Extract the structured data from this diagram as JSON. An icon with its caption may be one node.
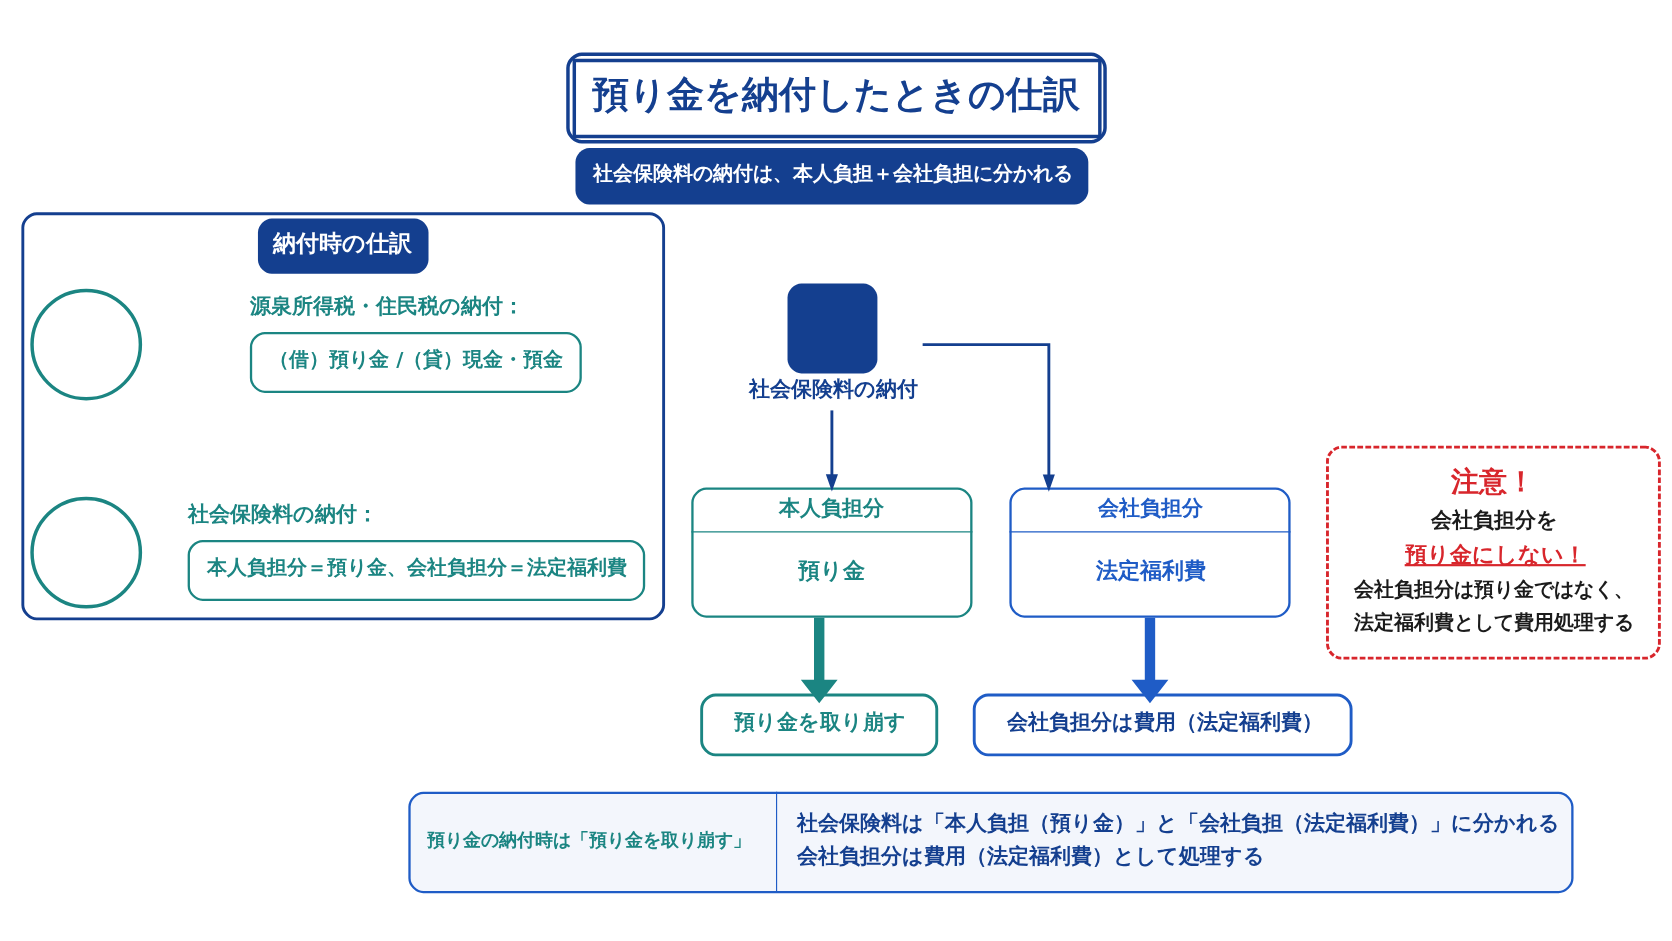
{
  "diagram": {
    "title": "預り金を納付したときの仕訳",
    "nodes": [
      {
        "text": [
          "納付時の仕訳"
        ]
      },
      {
        "text": [],
        "shape": "circle",
        "in": 0
      },
      {
        "text": [
          "源泉所得税・住民税の納付：",
          "（借）預り金 /（貸）現金・預金"
        ],
        "in": 0
      },
      {
        "text": [],
        "shape": "circle",
        "in": 0
      },
      {
        "text": [
          "社会保険料の納付：",
          "本人負担分＝預り金、会社負担分＝法定福利費"
        ],
        "in": 0
      },
      {
        "text": [
          "社会保険料の納付は、本人負担＋会社負担に分かれる"
        ]
      },
      {
        "text": [
          "社会保険料の納付"
        ]
      },
      {
        "text": [
          "本人負担分",
          "預り金"
        ]
      },
      {
        "text": [
          "会社負担分",
          "法定福利費"
        ]
      },
      {
        "text": [
          "預り金を取り崩す"
        ]
      },
      {
        "text": [
          "会社負担分は費用（法定福利費）"
        ]
      },
      {
        "text": [
          "注意！",
          "会社負担分を",
          "預り金にしない！",
          "会社負担分は預り金ではなく、法定福利費として費用処理する"
        ]
      },
      {
        "text": [
          "預り金の納付時は「預り金を取り崩す」",
          "社会保険料は「本人負担（預り金）」と「会社負担（法定福利費）」に分かれる",
          "会社負担分は費用（法定福利費）として処理する"
        ]
      }
    ],
    "edges": [
      {
        "from": 6,
        "to": 7,
        "arrow": "to"
      },
      {
        "from": 6,
        "to": 8,
        "arrow": "to"
      },
      {
        "from": 7,
        "to": 9,
        "arrow": "to",
        "style": "thick",
        "color": "#1b8582"
      },
      {
        "from": 8,
        "to": 10,
        "arrow": "to",
        "style": "thick",
        "color": "#1f5cc6"
      }
    ]
  }
}
